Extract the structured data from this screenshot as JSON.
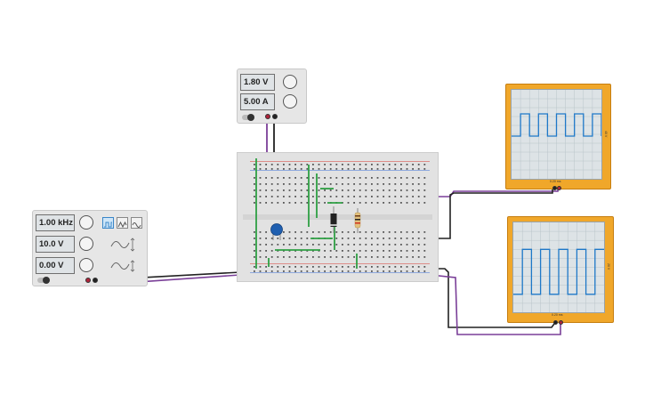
{
  "power_supply": {
    "voltage": "1.80 V",
    "current": "5.00 A"
  },
  "function_generator": {
    "frequency": "1.00 kHz",
    "amplitude": "10.0 V",
    "offset": "0.00 V",
    "waveforms": [
      "square-wave-icon",
      "triangle-wave-icon",
      "sine-wave-icon"
    ],
    "active_waveform": "square"
  },
  "oscilloscope_top": {
    "time_div": "0.20 ms",
    "volt_div": "40 V",
    "trace_color": "#1e78c8"
  },
  "oscilloscope_bottom": {
    "time_div": "0.20 ms",
    "volt_div": "20 V",
    "trace_color": "#1e78c8"
  },
  "colors": {
    "scope_body": "#f0a72a",
    "breadboard": "#e2e2e2",
    "jumper_green": "#2ea043",
    "wire_purple": "#7a3f98",
    "wire_black": "#222222",
    "rail_red": "#d8392f",
    "rail_blue": "#3a6fd8"
  }
}
